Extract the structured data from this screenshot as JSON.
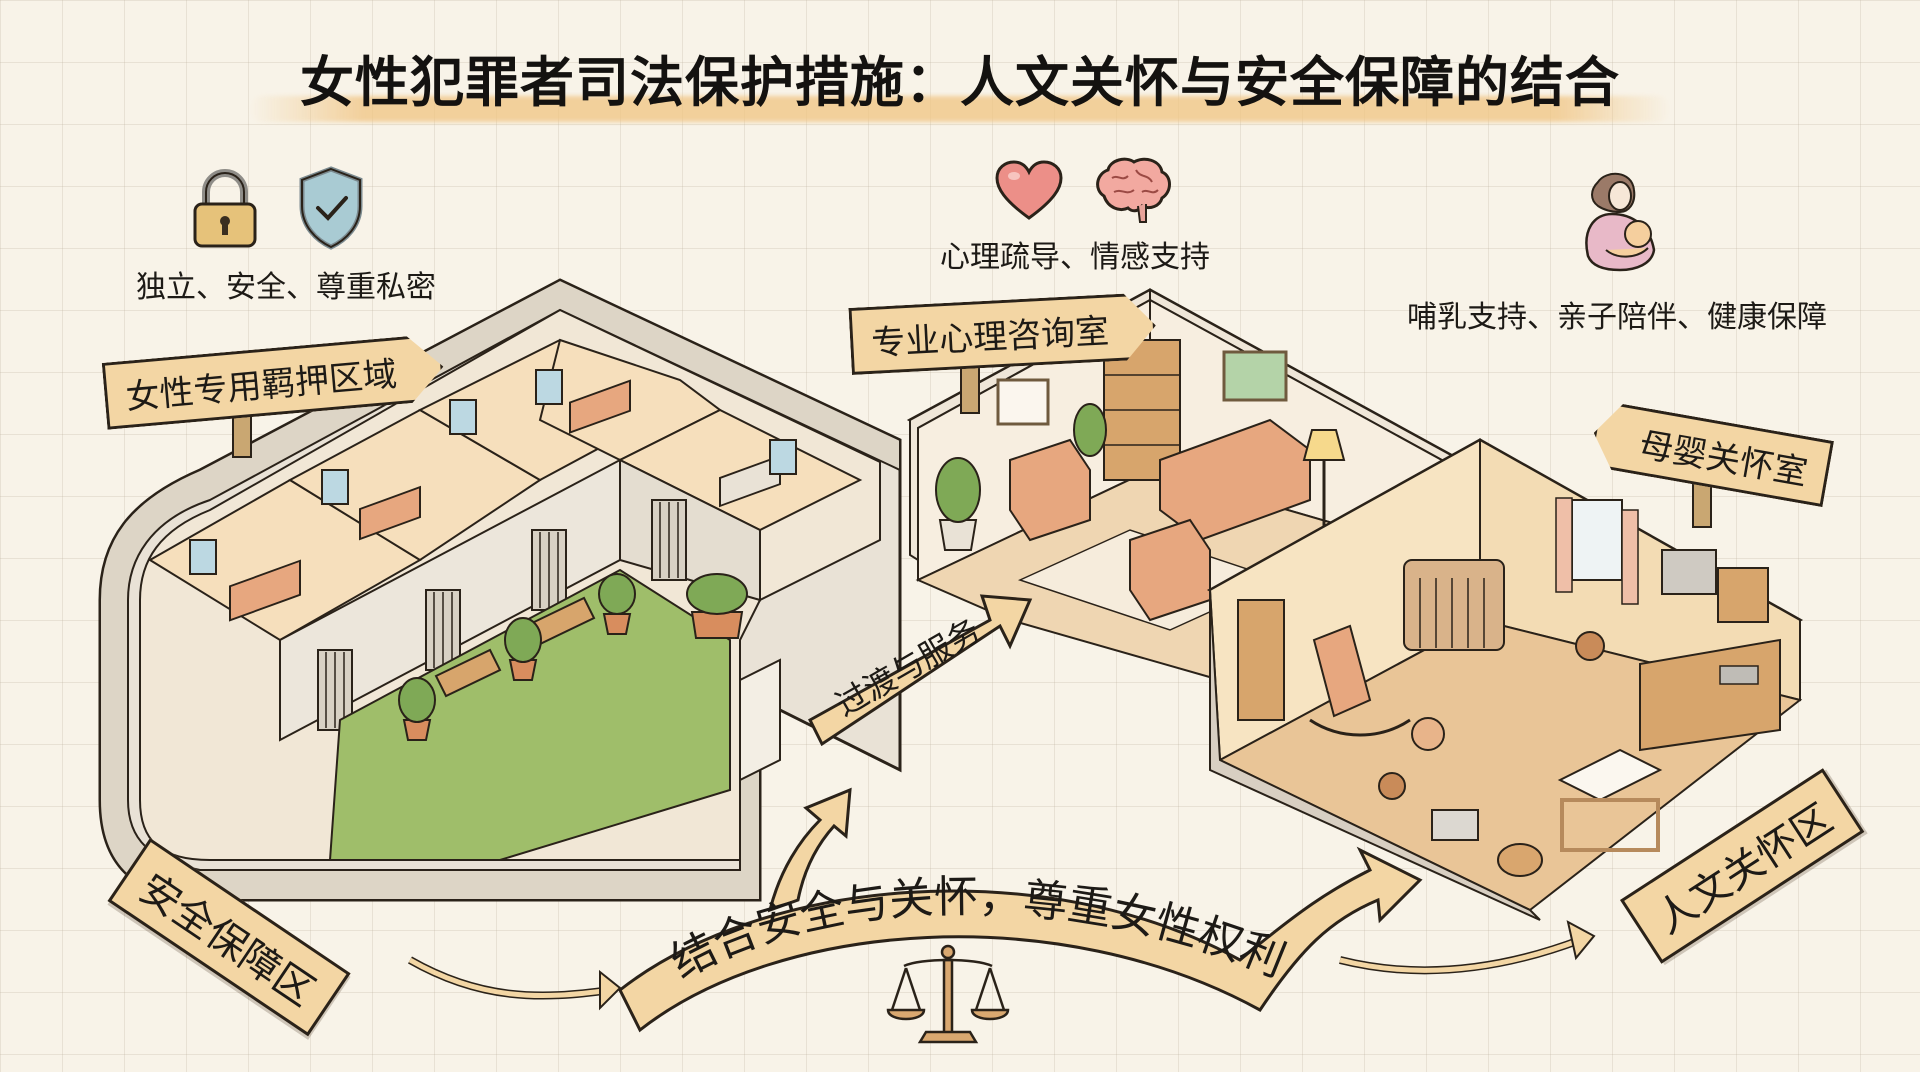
{
  "title": "女性犯罪者司法保护措施：人文关怀与安全保障的结合",
  "colors": {
    "background": "#f8f3e8",
    "grid": "#d9d0bf",
    "sign_fill": "#f3d6a4",
    "outline": "#2a2219",
    "wall": "#e9e2d6",
    "room_warm": "#f6dfbc",
    "furniture": "#e7a77f",
    "grass": "#9fbe6a",
    "wood": "#c9a772",
    "heart": "#ec8f88",
    "shield": "#a9cbd3",
    "lock": "#e6c27a"
  },
  "sections": {
    "detention": {
      "sign": "女性专用羁押区域",
      "caption": "独立、安全、尊重私密",
      "icons": [
        "lock-icon",
        "shield-check-icon"
      ]
    },
    "counseling": {
      "sign": "专业心理咨询室",
      "caption": "心理疏导、情感支持",
      "icons": [
        "heart-icon",
        "brain-icon"
      ]
    },
    "maternal": {
      "sign": "母婴关怀室",
      "caption": "哺乳支持、亲子陪伴、健康保障",
      "icons": [
        "mother-baby-icon"
      ]
    }
  },
  "zones": {
    "security": "安全保障区",
    "humane": "人文关怀区"
  },
  "arrows": {
    "transition": "过渡与服务",
    "banner": "结合安全与关怀，尊重女性权利"
  },
  "center_icon": "scales-of-justice-icon"
}
